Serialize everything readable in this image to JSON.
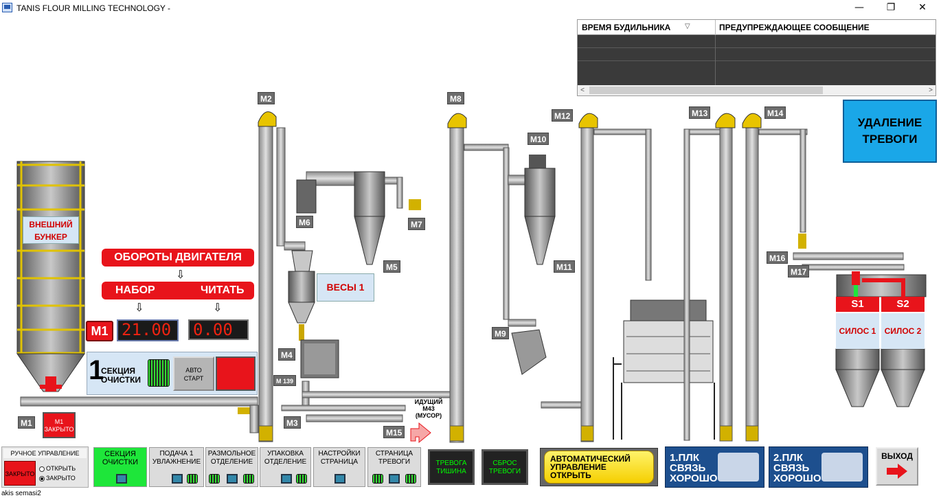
{
  "window": {
    "title": "TANIS FLOUR MILLING TECHNOLOGY -",
    "minimize": "—",
    "maximize": "❐",
    "close": "✕"
  },
  "alarm_table": {
    "col_time": "ВРЕМЯ БУДИЛЬНИКА",
    "sort_icon": "▽",
    "col_message": "ПРЕДУПРЕЖДАЮЩЕЕ СООБЩЕНИЕ",
    "rows": 4,
    "scroll_left": "<",
    "scroll_right": ">"
  },
  "alarm_clear": {
    "line1": "УДАЛЕНИЕ",
    "line2": "ТРЕВОГИ"
  },
  "external_bunker": {
    "line1": "ВНЕШНИЙ",
    "line2": "БУНКЕР"
  },
  "motor_panel": {
    "title": "ОБОРОТЫ ДВИГАТЕЛЯ",
    "set_label": "НАБОР",
    "read_label": "ЧИТАТЬ",
    "motor": "M1",
    "set_value": "21.00",
    "read_value": "0.00"
  },
  "section_panel": {
    "number": "1",
    "line1": "СЕКЦИЯ",
    "line2": "ОЧИСТКИ",
    "auto_line1": "АВТО",
    "auto_line2": "СТАРТ"
  },
  "m1_valve": {
    "line1": "M1",
    "line2": "ЗАКРЫТО"
  },
  "vesy": "ВЕСЫ 1",
  "idle_label": {
    "line1": "ИДУЩИЙ",
    "line2": "M43",
    "line3": "(МУСОР)"
  },
  "motors": [
    "M1",
    "M2",
    "M3",
    "M4",
    "M5",
    "M6",
    "M7",
    "M8",
    "M9",
    "M10",
    "M11",
    "M12",
    "M13",
    "M14",
    "M15",
    "M16",
    "M17",
    "M 139"
  ],
  "silos": [
    {
      "tag": "S1",
      "name": "СИЛОС 1"
    },
    {
      "tag": "S2",
      "name": "СИЛОС 2"
    }
  ],
  "toolbar": {
    "manual_title": "РУЧНОЕ УПРАВЛЕНИЕ",
    "manual_state": "ЗАКРЫТО",
    "radio_open": "ОТКРЫТЬ",
    "radio_closed": "ЗАКРЫТО",
    "buttons": [
      {
        "line1": "СЕКЦИЯ",
        "line2": "ОЧИСТКИ"
      },
      {
        "line1": "ПОДАЧА 1",
        "line2": "УВЛАЖНЕНИЕ"
      },
      {
        "line1": "РАЗМОЛЬНОЕ",
        "line2": "ОТДЕЛЕНИЕ"
      },
      {
        "line1": "УПАКОВКА",
        "line2": "ОТДЕЛЕНИЕ"
      },
      {
        "line1": "НАСТРОЙКИ",
        "line2": "СТРАНИЦА"
      },
      {
        "line1": "СТРАНИЦА",
        "line2": "ТРЕВОГИ"
      }
    ],
    "silence": {
      "line1": "ТРЕВОГА",
      "line2": "ТИШИНА"
    },
    "reset": {
      "line1": "СБРОС",
      "line2": "ТРЕВОГИ"
    },
    "auto_mode": {
      "line1": "АВТОМАТИЧЕСКИЙ",
      "line2": "УПРАВЛЕНИЕ",
      "line3": "ОТКРЫТЬ"
    },
    "plc1": {
      "line1": "1.ПЛК",
      "line2": "СВЯЗЬ",
      "line3": "ХОРОШО"
    },
    "plc2": {
      "line1": "2.ПЛК",
      "line2": "СВЯЗЬ",
      "line3": "ХОРОШО"
    },
    "exit": "ВЫХОД"
  },
  "status_bar": "akis semasi2",
  "colors": {
    "red": "#e8141b",
    "panel_blue": "#d6e6f5",
    "clear_blue": "#1aa7e8",
    "green": "#1ee63a",
    "plc_blue": "#1d4f8e"
  }
}
